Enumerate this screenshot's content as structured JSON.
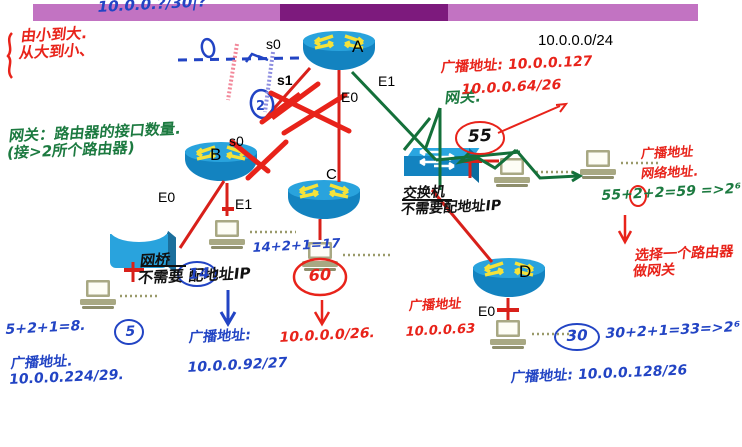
{
  "banner": {
    "note": "10.0.0.?/30|?"
  },
  "title": {
    "subnet": "10.0.0.0/24"
  },
  "devices": [
    {
      "name": "router-a",
      "label": "A",
      "type": "router"
    },
    {
      "name": "router-b",
      "label": "B",
      "type": "router"
    },
    {
      "name": "router-c",
      "label": "C",
      "type": "router"
    },
    {
      "name": "router-d",
      "label": "D",
      "type": "router"
    },
    {
      "name": "switch",
      "label": "",
      "type": "switch"
    },
    {
      "name": "bridge",
      "label": "",
      "type": "bridge"
    }
  ],
  "interfaces": [
    {
      "name": "iface-a-s0",
      "label": "s0"
    },
    {
      "name": "iface-a-s1",
      "label": "s1"
    },
    {
      "name": "iface-a-e0",
      "label": "E0"
    },
    {
      "name": "iface-a-e1",
      "label": "E1"
    },
    {
      "name": "iface-b-s0",
      "label": "s0"
    },
    {
      "name": "iface-b-e0",
      "label": "E0"
    },
    {
      "name": "iface-b-e1",
      "label": "E1"
    },
    {
      "name": "iface-d-e0",
      "label": "E0"
    }
  ],
  "annotations": {
    "red_left": "由小到大.\n从大到小、",
    "green_gateway": "网关：路由器的接口数量.\n(接>2所个路由器)",
    "green_wangguan": "网关.",
    "black_switch": "交换机\n不需要配地址IP",
    "black_bridge": "网桥\n不需要 配地址IP",
    "red_top_right_1": "广播地址: 10.0.0.127",
    "red_top_right_2": "10.0.0.64/26",
    "red_right_1": "广播地址",
    "red_right_2": "网络地址.",
    "green_right_calc": "55+2+2=59 =>2⁶",
    "red_right_calc_note": "选择一个路由器\n做网关",
    "red_below_d_1": "广播地址",
    "red_below_d_2": "10.0.0.63",
    "blue_calc_5": "5+2+1=8.",
    "circle_5": "5",
    "blue_broadcast_left": "广播地址.\n10.0.0.224/29.",
    "circle_14": "14",
    "blue_calc_14": "14+2+1=17",
    "circle_60": "60",
    "blue_broadcast_mid_1": "广播地址:",
    "blue_broadcast_mid_2": "10.0.0.92/27",
    "red_mid": "10.0.0.0/26.",
    "circle_55": "55",
    "circle_30": "30",
    "blue_calc_30": "30+2+1=33=>2⁶",
    "blue_broadcast_d": "广播地址: 10.0.0.128/26",
    "circle_1": "①",
    "circle_2": "②"
  }
}
